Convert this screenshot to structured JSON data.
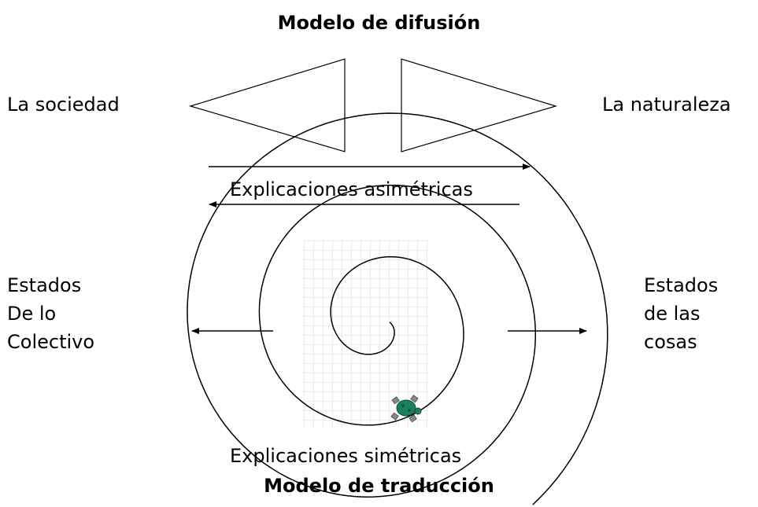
{
  "top_title": "Modelo de difusión",
  "left_label": "La sociedad",
  "right_label": "La naturaleza",
  "asym_caption": "Explicaciones asimétricas",
  "left_group": [
    "Estados",
    "De lo",
    "Colectivo"
  ],
  "right_group": [
    "Estados",
    "de las",
    "cosas"
  ],
  "sym_caption": "Explicaciones simétricas",
  "bottom_title": "Modelo de traducción",
  "colors": {
    "turtle": "#1a8060",
    "grid": "#d8d8d8",
    "line": "#000000"
  }
}
